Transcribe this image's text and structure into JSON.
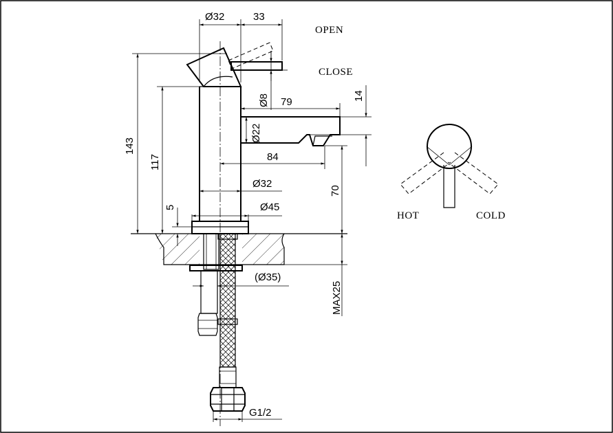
{
  "dimensions": {
    "spout_dia": "Ø32",
    "lever_len": "33",
    "lever_dia": "Ø8",
    "spout_reach": "79",
    "spout_tip": "14",
    "spout_tube_dia": "Ø22",
    "reach_total": "84",
    "body_dia": "Ø32",
    "base_dia": "Ø45",
    "total_height": "143",
    "body_height": "117",
    "base_height": "5",
    "outlet_height": "70",
    "thread_dia": "(Ø35)",
    "max_deck": "MAX25",
    "connector": "G1/2"
  },
  "labels": {
    "open": "OPEN",
    "close": "CLOSE",
    "hot": "HOT",
    "cold": "COLD"
  }
}
